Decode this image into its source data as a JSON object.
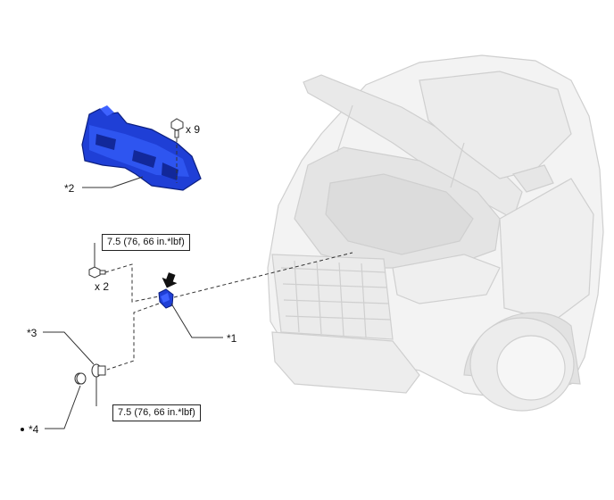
{
  "callouts": {
    "part1": "*1",
    "part2": "*2",
    "part3": "*3",
    "part4": "*4"
  },
  "quantities": {
    "clips": "x 9",
    "bolts": "x 2"
  },
  "torque": {
    "upper": "7.5 (76, 66 in.*lbf)",
    "lower": "7.5 (76, 66 in.*lbf)"
  },
  "colors": {
    "part_blue": "#1f3fd6",
    "part_blue_dark": "#12289a",
    "line": "#333333",
    "vehicle_fill": "#f2f2f2",
    "vehicle_stroke": "#cfcfcf"
  }
}
